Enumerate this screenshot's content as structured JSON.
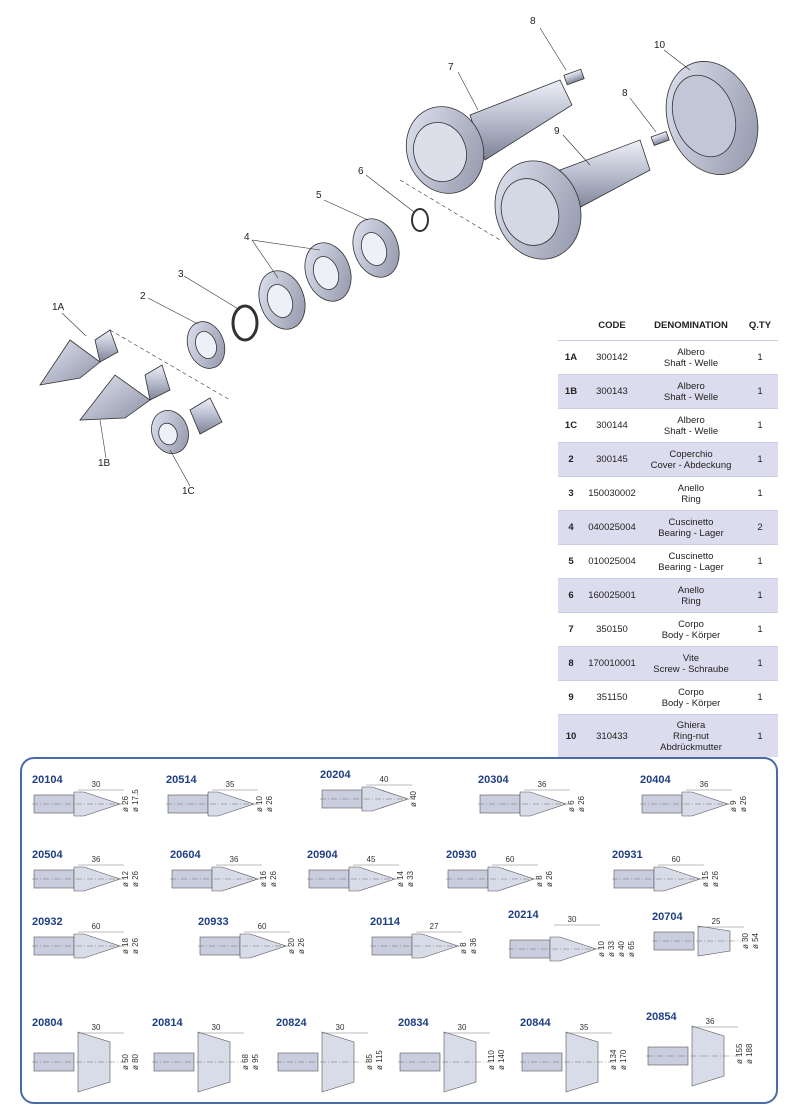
{
  "diagram": {
    "labels": [
      "8",
      "10",
      "7",
      "8",
      "9",
      "6",
      "5",
      "4",
      "3",
      "2",
      "1A",
      "1B",
      "1C"
    ]
  },
  "table": {
    "headers": {
      "code": "CODE",
      "denomination": "DENOMINATION",
      "qty": "Q.TY"
    },
    "rows": [
      {
        "pos": "1A",
        "code": "300142",
        "den1": "Albero",
        "den2": "Shaft - Welle",
        "den3": "",
        "qty": "1"
      },
      {
        "pos": "1B",
        "code": "300143",
        "den1": "Albero",
        "den2": "Shaft - Welle",
        "den3": "",
        "qty": "1"
      },
      {
        "pos": "1C",
        "code": "300144",
        "den1": "Albero",
        "den2": "Shaft - Welle",
        "den3": "",
        "qty": "1"
      },
      {
        "pos": "2",
        "code": "300145",
        "den1": "Coperchio",
        "den2": "Cover - Abdeckung",
        "den3": "",
        "qty": "1"
      },
      {
        "pos": "3",
        "code": "150030002",
        "den1": "Anello",
        "den2": "Ring",
        "den3": "",
        "qty": "1"
      },
      {
        "pos": "4",
        "code": "040025004",
        "den1": "Cuscinetto",
        "den2": "Bearing - Lager",
        "den3": "",
        "qty": "2"
      },
      {
        "pos": "5",
        "code": "010025004",
        "den1": "Cuscinetto",
        "den2": "Bearing - Lager",
        "den3": "",
        "qty": "1"
      },
      {
        "pos": "6",
        "code": "160025001",
        "den1": "Anello",
        "den2": "Ring",
        "den3": "",
        "qty": "1"
      },
      {
        "pos": "7",
        "code": "350150",
        "den1": "Corpo",
        "den2": "Body - Körper",
        "den3": "",
        "qty": "1"
      },
      {
        "pos": "8",
        "code": "170010001",
        "den1": "Vite",
        "den2": "Screw - Schraube",
        "den3": "",
        "qty": "1"
      },
      {
        "pos": "9",
        "code": "351150",
        "den1": "Corpo",
        "den2": "Body - Körper",
        "den3": "",
        "qty": "1"
      },
      {
        "pos": "10",
        "code": "310433",
        "den1": "Ghiera",
        "den2": "Ring-nut",
        "den3": "Abdrückmutter",
        "qty": "1"
      }
    ]
  },
  "points": [
    {
      "code": "20104",
      "dims": [
        "30",
        "ø 26",
        "ø 17.5"
      ]
    },
    {
      "code": "20514",
      "dims": [
        "35",
        "ø 10",
        "ø 26"
      ]
    },
    {
      "code": "20204",
      "dims": [
        "40",
        "ø 40"
      ]
    },
    {
      "code": "20304",
      "dims": [
        "36",
        "ø 6",
        "ø 26"
      ]
    },
    {
      "code": "20404",
      "dims": [
        "36",
        "ø 9",
        "ø 26"
      ]
    },
    {
      "code": "20504",
      "dims": [
        "36",
        "ø 12",
        "ø 26"
      ]
    },
    {
      "code": "20604",
      "dims": [
        "36",
        "ø 16",
        "ø 26"
      ]
    },
    {
      "code": "20904",
      "dims": [
        "45",
        "ø 14",
        "ø 33"
      ]
    },
    {
      "code": "20930",
      "dims": [
        "60",
        "ø 8",
        "ø 26"
      ]
    },
    {
      "code": "20931",
      "dims": [
        "60",
        "ø 15",
        "ø 26"
      ]
    },
    {
      "code": "20932",
      "dims": [
        "60",
        "ø 18",
        "ø 26"
      ]
    },
    {
      "code": "20933",
      "dims": [
        "60",
        "ø 20",
        "ø 26"
      ]
    },
    {
      "code": "20114",
      "dims": [
        "27",
        "ø 8",
        "ø 36"
      ]
    },
    {
      "code": "20214",
      "dims": [
        "30",
        "ø 10",
        "ø 33",
        "ø 40",
        "ø 65"
      ]
    },
    {
      "code": "20704",
      "dims": [
        "25",
        "ø 30",
        "ø 54"
      ]
    },
    {
      "code": "20804",
      "dims": [
        "30",
        "ø 50",
        "ø 80"
      ]
    },
    {
      "code": "20814",
      "dims": [
        "30",
        "ø 68",
        "ø 95"
      ]
    },
    {
      "code": "20824",
      "dims": [
        "30",
        "ø 85",
        "ø 115"
      ]
    },
    {
      "code": "20834",
      "dims": [
        "30",
        "ø 110",
        "ø 140"
      ]
    },
    {
      "code": "20844",
      "dims": [
        "35",
        "ø 134",
        "ø 170"
      ]
    },
    {
      "code": "20854",
      "dims": [
        "36",
        "ø 155",
        "ø 188"
      ]
    }
  ]
}
